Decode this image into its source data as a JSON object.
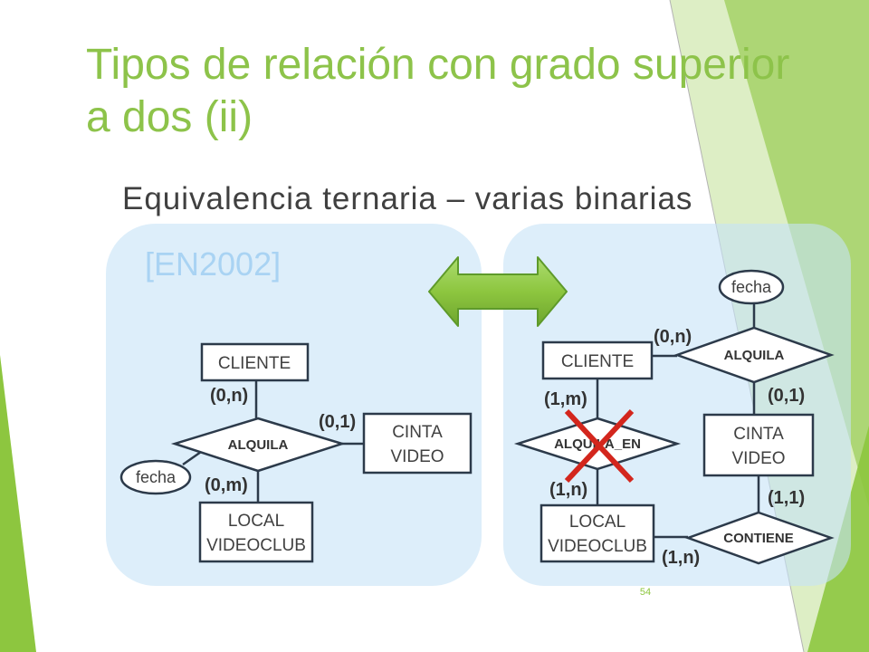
{
  "slide": {
    "title": "Tipos de relación con grado superior a dos (ii)",
    "subtitle": "Equivalencia ternaria – varias binarias",
    "reference": "[EN2002]",
    "page_number": "54"
  },
  "colors": {
    "title_green": "#8dc34a",
    "decor_green": "#8dc63f",
    "panel": "#c6e3f7",
    "outline": "#2c3a4a",
    "cross": "#d3261d",
    "reference_text": "#a9d3f3",
    "body_text": "#404040"
  },
  "icons": {
    "equivalence_arrow": "double-arrow-icon",
    "discard_mark": "cross-mark-icon"
  },
  "ternary": {
    "entities": {
      "cliente": "CLIENTE",
      "cinta_video": [
        "CINTA",
        "VIDEO"
      ],
      "local_videoclub": [
        "LOCAL",
        "VIDEOCLUB"
      ]
    },
    "relationship": "ALQUILA",
    "attribute": "fecha",
    "cardinalities": {
      "cliente": "(0,n)",
      "cinta_video": "(0,1)",
      "local_videoclub": "(0,m)"
    }
  },
  "binary": {
    "entities": {
      "cliente": "CLIENTE",
      "cinta_video": [
        "CINTA",
        "VIDEO"
      ],
      "local_videoclub": [
        "LOCAL",
        "VIDEOCLUB"
      ]
    },
    "relationships": {
      "alquila": "ALQUILA",
      "alquila_en": "ALQUILA_EN",
      "contiene": "CONTIENE"
    },
    "attribute": "fecha",
    "cardinalities": {
      "alquila_cliente": "(0,n)",
      "alquila_cinta": "(0,1)",
      "alquila_en_cliente": "(1,m)",
      "alquila_en_local": "(1,n)",
      "contiene_cinta": "(1,1)",
      "contiene_local": "(1,n)"
    },
    "alquila_en_crossed_out": true
  }
}
